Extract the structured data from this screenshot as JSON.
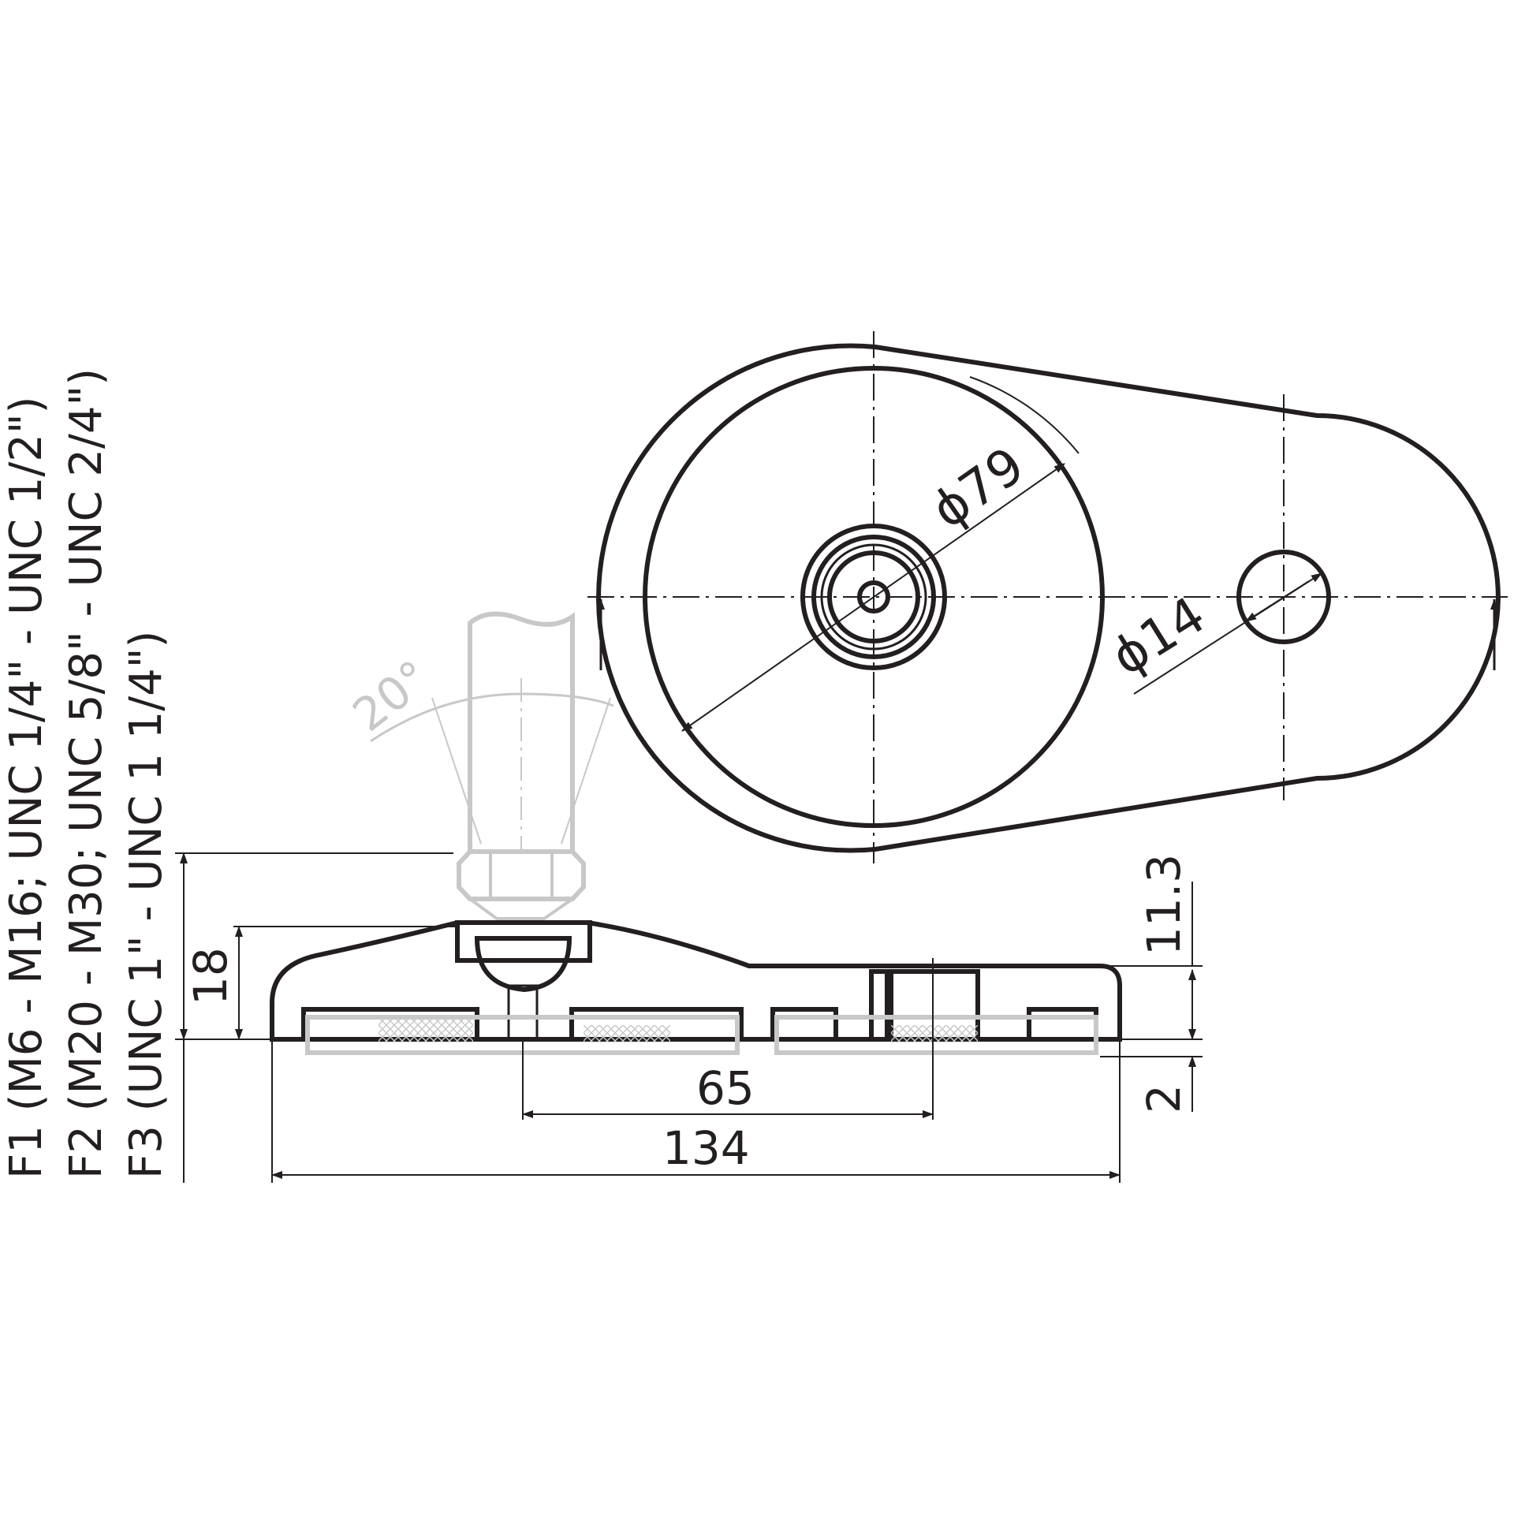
{
  "variants": {
    "f1": "F1 (M6 - M16; UNC 1/4\" - UNC 1/2\")",
    "f2": "F2 (M20 - M30; UNC 5/8\" - UNC 2/4\")",
    "f3": "F3 (UNC 1\" - UNC 1 1/4\")"
  },
  "dimensions": {
    "dia_79": "ϕ79",
    "dia_14": "ϕ14",
    "angle": "20°",
    "height_18": "18",
    "offset_65": "65",
    "length_134": "134",
    "thickness_11_3": "11.3",
    "pad_2": "2"
  }
}
